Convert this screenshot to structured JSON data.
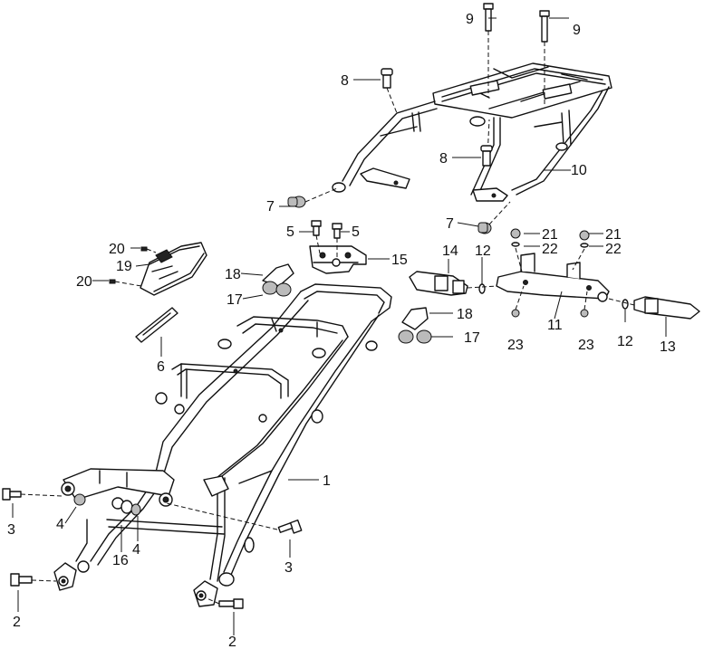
{
  "callouts": {
    "c1": "1",
    "c2a": "2",
    "c2b": "2",
    "c3a": "3",
    "c3b": "3",
    "c4a": "4",
    "c4b": "4",
    "c5a": "5",
    "c5b": "5",
    "c6": "6",
    "c7a": "7",
    "c7b": "7",
    "c8a": "8",
    "c8b": "8",
    "c9a": "9",
    "c9b": "9",
    "c10": "10",
    "c11": "11",
    "c12a": "12",
    "c12b": "12",
    "c13": "13",
    "c14": "14",
    "c15": "15",
    "c16": "16",
    "c17a": "17",
    "c17b": "17",
    "c18a": "18",
    "c18b": "18",
    "c19": "19",
    "c20a": "20",
    "c20b": "20",
    "c21a": "21",
    "c21b": "21",
    "c22a": "22",
    "c22b": "22",
    "c23a": "23",
    "c23b": "23"
  }
}
